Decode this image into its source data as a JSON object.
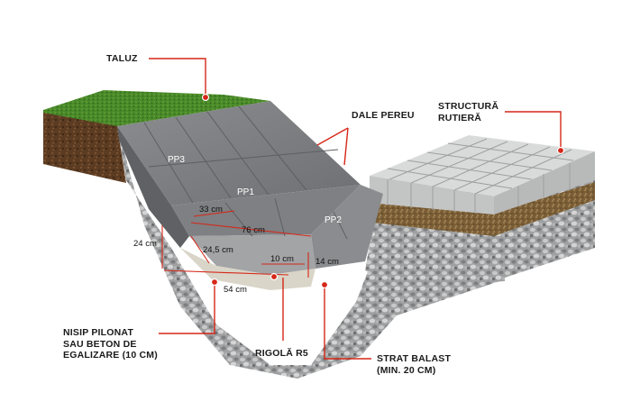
{
  "labels": {
    "taluz": "TALUZ",
    "dale_pereu": "DALE PEREU",
    "structura_l1": "STRUCTURĂ",
    "structura_l2": "RUTIERĂ",
    "nisip_l1": "NISIP PILONAT",
    "nisip_l2": "SAU BETON DE",
    "nisip_l3": "EGALIZARE (10 CM)",
    "rigola": "RIGOLĂ R5",
    "balast_l1": "STRAT BALAST",
    "balast_l2": "(MIN. 20 CM)"
  },
  "slabs": {
    "pp1": "PP1",
    "pp2": "PP2",
    "pp3": "PP3"
  },
  "dimensions": {
    "d33": "33 cm",
    "d76": "76 cm",
    "d24": "24 cm",
    "d245": "24,5 cm",
    "d10": "10 cm",
    "d14": "14 cm",
    "d54": "54 cm"
  },
  "colors": {
    "leader": "#d62718",
    "grass": "#3f7a24",
    "soil": "#5a3a20",
    "concrete": "#7b7d80",
    "gravel": "#a9a9a9",
    "pavers": "#d7d8d8"
  }
}
